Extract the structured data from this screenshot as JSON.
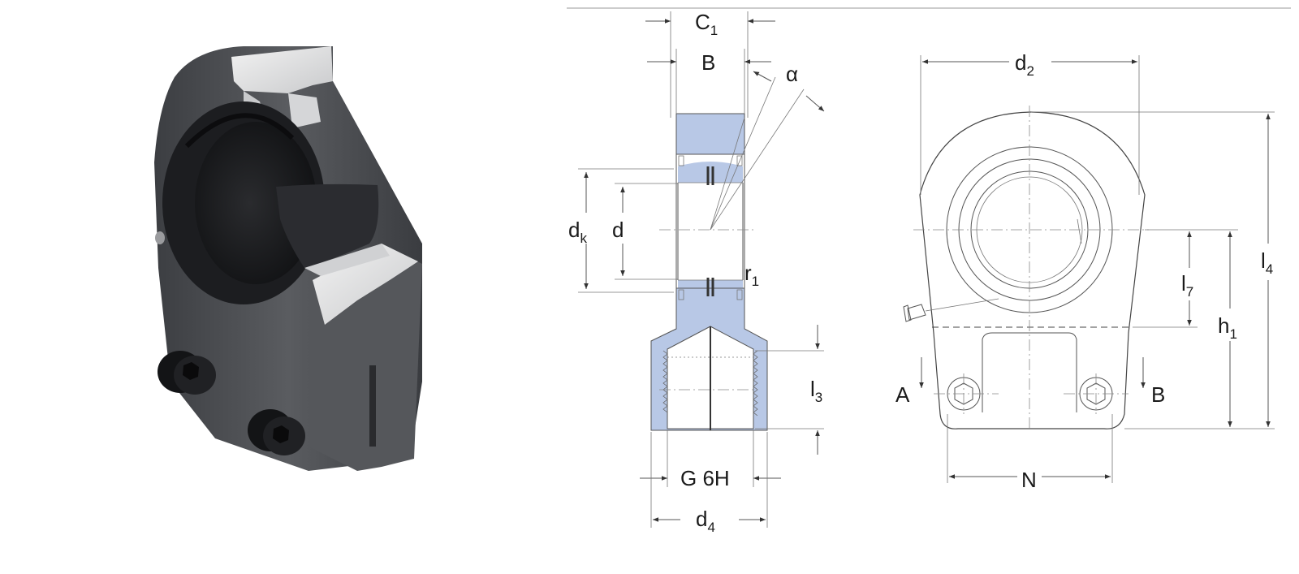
{
  "labels": {
    "C1": {
      "main": "C",
      "sub": "1"
    },
    "B_width": "B",
    "alpha": "α",
    "dk": {
      "main": "d",
      "sub": "k"
    },
    "d": "d",
    "r1": {
      "main": "r",
      "sub": "1"
    },
    "l3": {
      "main": "l",
      "sub": "3"
    },
    "G6H": "G 6H",
    "d4": {
      "main": "d",
      "sub": "4"
    },
    "d2": {
      "main": "d",
      "sub": "2"
    },
    "l4": {
      "main": "l",
      "sub": "4"
    },
    "l7": {
      "main": "l",
      "sub": "7"
    },
    "h1": {
      "main": "h",
      "sub": "1"
    },
    "A": "A",
    "B_side": "B",
    "N": "N"
  },
  "colors": {
    "section_fill": "#b8c8e6",
    "line": "#555555",
    "housing_dark": "#4a4c50",
    "housing_light": "#d9dadc"
  },
  "icons": [
    "rod-end-3d-illustration"
  ]
}
